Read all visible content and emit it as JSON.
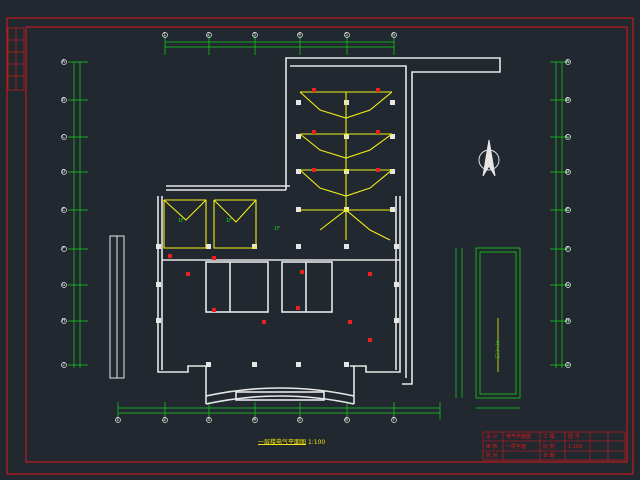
{
  "drawing": {
    "title": "一层楼电气平面图",
    "scale_label": "1:100"
  },
  "colors": {
    "background": "#212830",
    "border": "#e01818",
    "wall": "#e6e6e6",
    "axis": "#15d31a",
    "wiring": "#f2ee14",
    "fixture": "#e82020",
    "dimension": "#e6e6e6"
  },
  "title_block": {
    "rows": [
      [
        "设 计",
        "电气平面图",
        "工 程",
        "图 号"
      ],
      [
        "审 核",
        "一层平面",
        "比 例",
        "1:100"
      ],
      [
        "校 对",
        "",
        "日 期",
        ""
      ]
    ]
  },
  "axis_labels_top": [
    "1",
    "2",
    "3",
    "4",
    "5",
    "6",
    "7"
  ],
  "axis_labels_left": [
    "A",
    "B",
    "C",
    "D",
    "E",
    "F",
    "G",
    "H",
    "J"
  ],
  "axis_labels_right": [
    "A",
    "B",
    "C",
    "D",
    "E",
    "F",
    "G",
    "H",
    "J"
  ],
  "room_tags": [
    "1F",
    "1F",
    "1F"
  ],
  "entry_label": "主 入 口"
}
